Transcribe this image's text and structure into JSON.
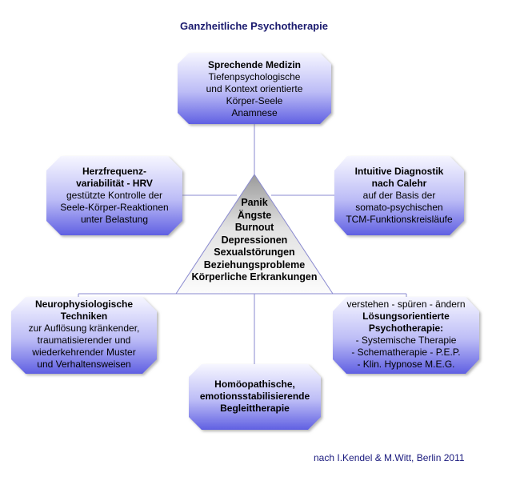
{
  "title": "Ganzheitliche Psychotherapie",
  "credit": "nach I.Kendel & M.Witt, Berlin 2011",
  "center": {
    "lines": [
      "Panik",
      "Ängste",
      "Burnout",
      "Depressionen",
      "Sexualstörungen",
      "Beziehungsprobleme",
      "Körperliche Erkrankungen"
    ]
  },
  "nodes": {
    "top": {
      "heading": "Sprechende Medizin",
      "lines": [
        "Tiefenpsychologische",
        "und Kontext orientierte",
        "Körper-Seele",
        "Anamnese"
      ]
    },
    "upper_left": {
      "heading": [
        "Herzfrequenz-",
        "variabilität - HRV"
      ],
      "lines": [
        "gestützte Kontrolle der",
        "Seele-Körper-Reaktionen",
        "unter Belastung"
      ]
    },
    "upper_right": {
      "heading": [
        "Intuitive Diagnostik",
        "nach Calehr"
      ],
      "lines": [
        "auf der Basis der",
        "somato-psychischen",
        "TCM-Funktionskreisläufe"
      ]
    },
    "lower_left": {
      "heading": [
        "Neurophysiologische",
        "Techniken"
      ],
      "lines": [
        "zur Auflösung kränkender,",
        "traumatisierender und",
        "wiederkehrender Muster",
        "und Verhaltensweisen"
      ]
    },
    "lower_right": {
      "intro": "verstehen - spüren - ändern",
      "heading": [
        "Lösungsorientierte",
        "Psychotherapie:"
      ],
      "lines": [
        "- Systemische Therapie",
        "- Schematherapie - P.E.P.",
        "- Klin. Hypnose M.E.G."
      ]
    },
    "bottom": {
      "heading": [
        "Homöopathische,",
        "emotionsstabilisierende",
        "Begleittherapie"
      ]
    }
  },
  "colors": {
    "box_light": "#f4f4ff",
    "box_dark": "#6a6ae6",
    "triangle_light": "#fafafa",
    "triangle_dark": "#9c9c9c",
    "connector": "#8a8ad0",
    "title": "#1a1a6e"
  }
}
